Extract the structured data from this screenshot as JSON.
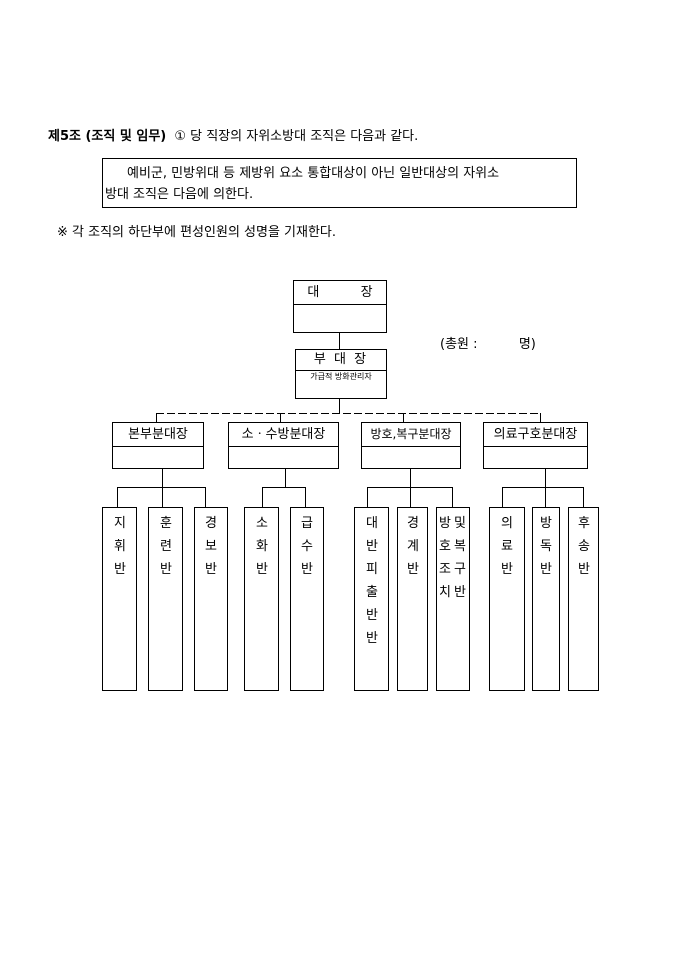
{
  "article": {
    "title": "제5조 (조직 및 임무)",
    "text": "① 당 직장의 자위소방대 조직은 다음과 같다."
  },
  "notice_box": {
    "line1": "예비군, 민방위대 등 제방위 요소 통합대상이 아닌 일반대상의 자위소",
    "line2": "방대 조직은 다음에 의한다."
  },
  "note": "※ 각 조직의 하단부에 편성인원의 성명을 기재한다.",
  "chart": {
    "chief": "대          장",
    "total": "(총원 :          명)",
    "deputy": {
      "title": "부 대 장",
      "subtitle": "가급적 방화관리자"
    },
    "departments": [
      {
        "name": "본부분대장",
        "teams": [
          [
            "지",
            "휘",
            "반"
          ],
          [
            "훈",
            "련",
            "반"
          ],
          [
            "경",
            "보",
            "반"
          ]
        ]
      },
      {
        "name": "소ㆍ수방분대장",
        "teams": [
          [
            "소",
            "화",
            "반"
          ],
          [
            "급",
            "수",
            "반"
          ]
        ]
      },
      {
        "name": "방호,복구분대장",
        "teams": [
          [
            "대",
            "반",
            "피",
            "출",
            "반",
            "반"
          ],
          [
            "경",
            "계",
            "반"
          ],
          [
            "방",
            "호",
            "조",
            "치"
          ]
        ],
        "extra_column": [
          "및",
          "복",
          "구",
          "반"
        ]
      },
      {
        "name": "의료구호분대장",
        "teams": [
          [
            "의",
            "료",
            "반"
          ],
          [
            "방",
            "독",
            "반"
          ],
          [
            "후",
            "송",
            "반"
          ]
        ]
      }
    ]
  }
}
